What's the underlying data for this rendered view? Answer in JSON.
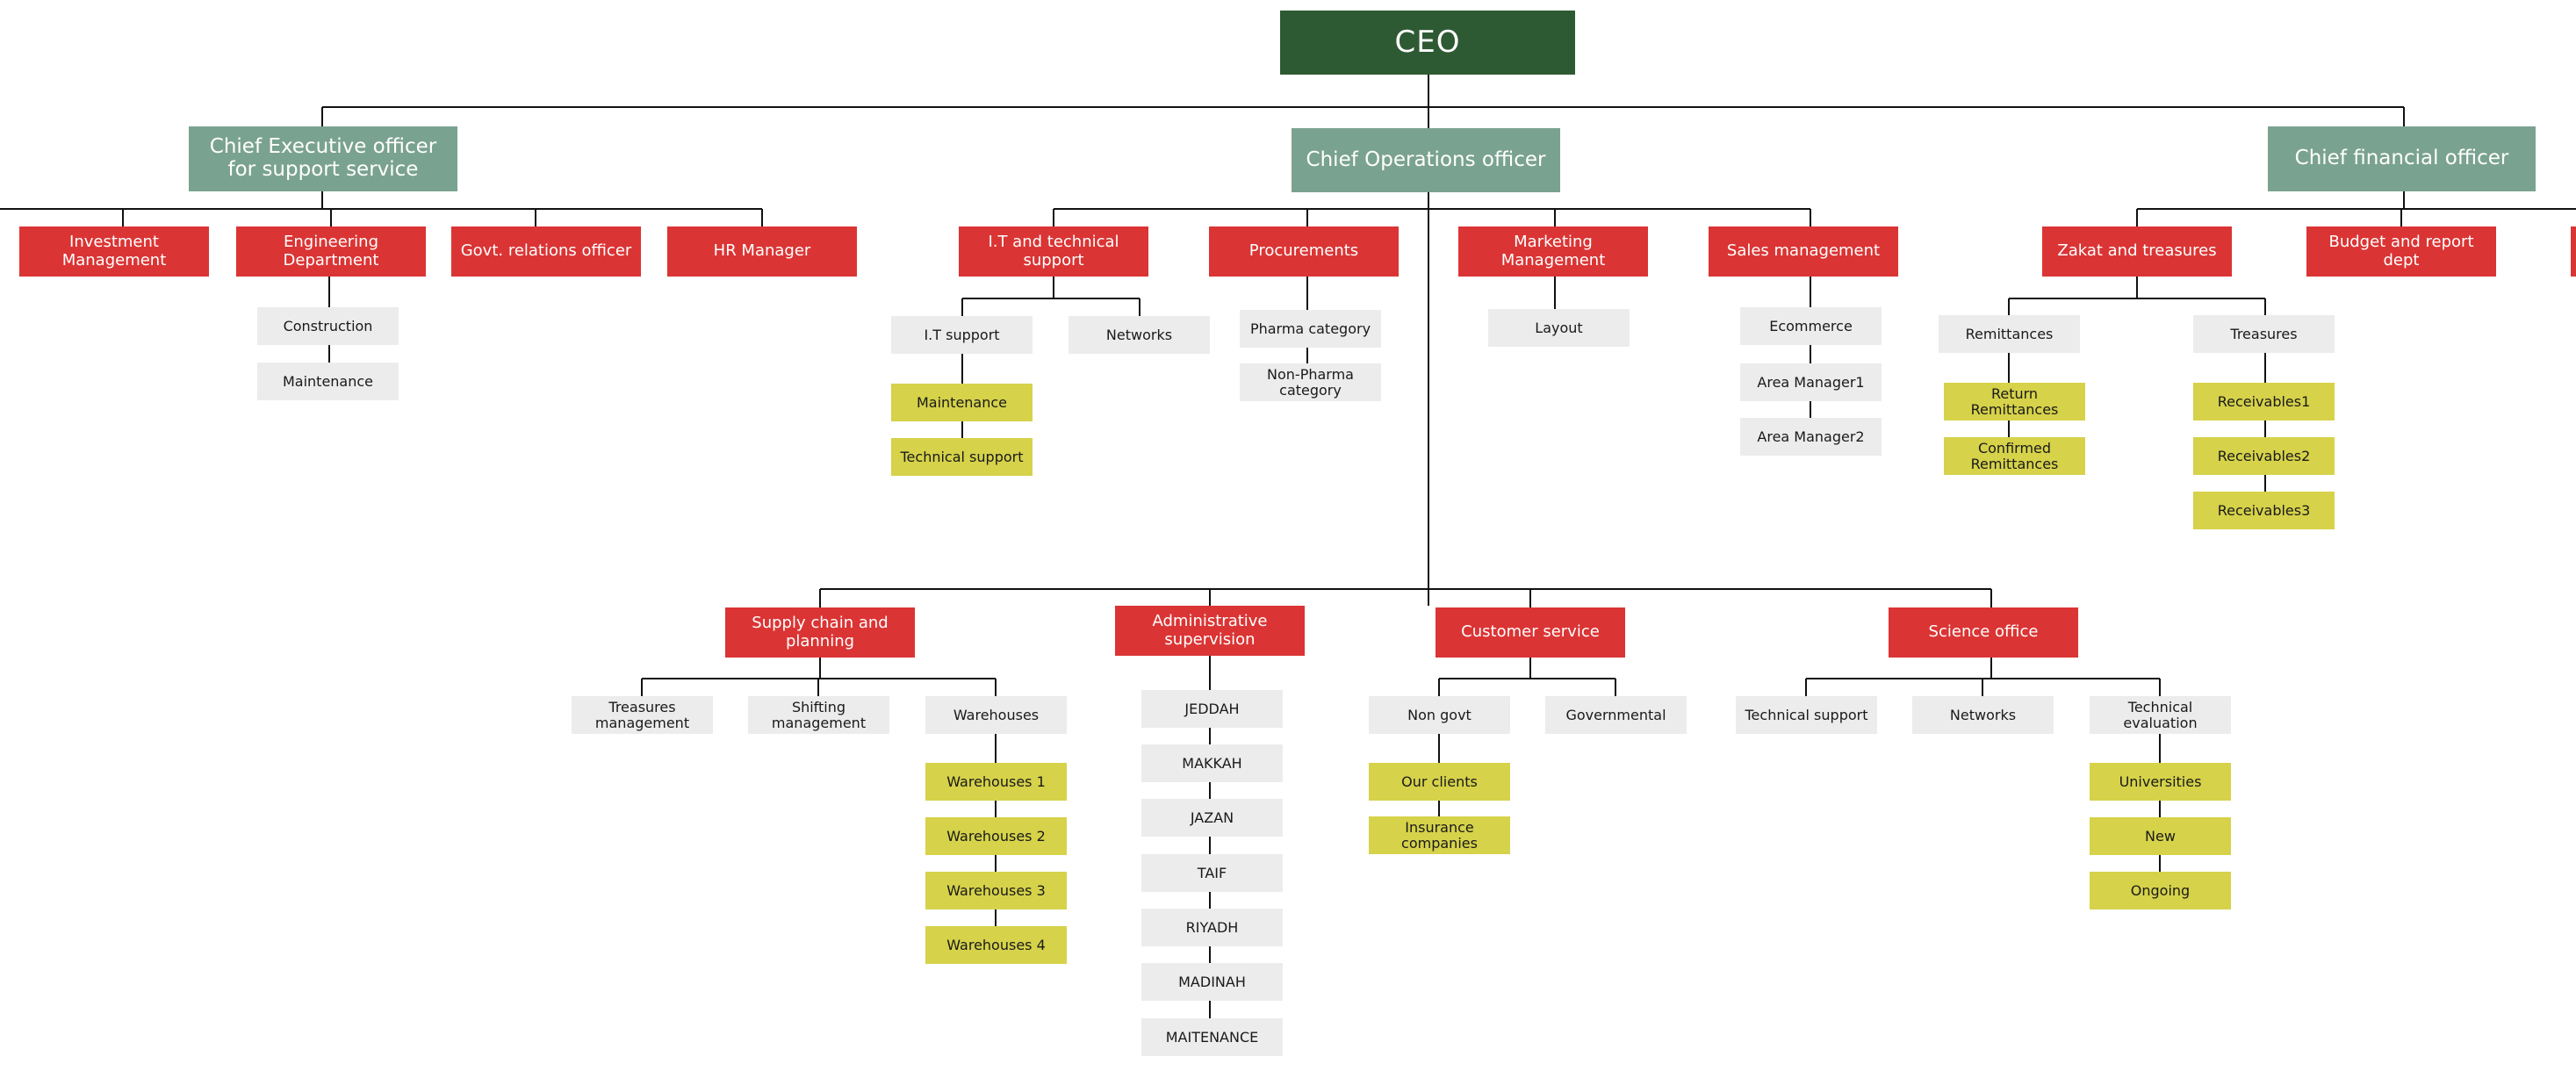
{
  "colors": {
    "ceo": "#2e5a33",
    "executive": "#7aa290",
    "department": "#db3434",
    "unit": "#ececec",
    "subunit": "#d6d24a",
    "line": "#111111"
  },
  "nodes": {
    "ceo": "CEO",
    "cso": "Chief Executive officer for support service",
    "coo": "Chief Operations officer",
    "cfo": "Chief financial officer",
    "investment_management": "Investment Management",
    "engineering_department": "Engineering Department",
    "govt_relations_officer": "Govt. relations officer",
    "hr_manager": "HR Manager",
    "construction": "Construction",
    "maintenance_eng": "Maintenance",
    "it_technical_support": "I.T and technical support",
    "procurements": "Procurements",
    "marketing_management": "Marketing Management",
    "sales_management": "Sales management",
    "it_support": "I.T support",
    "networks_it": "Networks",
    "maintenance_it": "Maintenance",
    "technical_support_it": "Technical support",
    "pharma_category": "Pharma category",
    "non_pharma_category": "Non-Pharma category",
    "layout": "Layout",
    "ecommerce": "Ecommerce",
    "area_manager_1": "Area Manager1",
    "area_manager_2": "Area Manager2",
    "zakat_and_treasures": "Zakat and treasures",
    "budget_and_report_dept": "Budget and report dept",
    "remittances": "Remittances",
    "treasures": "Treasures",
    "return_remittances": "Return Remittances",
    "confirmed_remittances": "Confirmed Remittances",
    "receivables_1": "Receivables1",
    "receivables_2": "Receivables2",
    "receivables_3": "Receivables3",
    "supply_chain_and_planning": "Supply chain and planning",
    "administrative_supervision": "Administrative supervision",
    "customer_service": "Customer service",
    "science_office": "Science office",
    "treasures_management": "Treasures management",
    "shifting_management": "Shifting management",
    "warehouses": "Warehouses",
    "warehouses_1": "Warehouses 1",
    "warehouses_2": "Warehouses 2",
    "warehouses_3": "Warehouses 3",
    "warehouses_4": "Warehouses 4",
    "jeddah": "JEDDAH",
    "makkah": "MAKKAH",
    "jazan": "JAZAN",
    "taif": "TAIF",
    "riyadh": "RIYADH",
    "madinah": "MADINAH",
    "maitenance": "MAITENANCE",
    "non_govt": "Non govt",
    "governmental": "Governmental",
    "our_clients": "Our clients",
    "insurance_companies": "Insurance companies",
    "technical_support_sci": "Technical support",
    "networks_sci": "Networks",
    "technical_evaluation": "Technical evaluation",
    "universities": "Universities",
    "new": "New",
    "ongoing": "Ongoing"
  }
}
